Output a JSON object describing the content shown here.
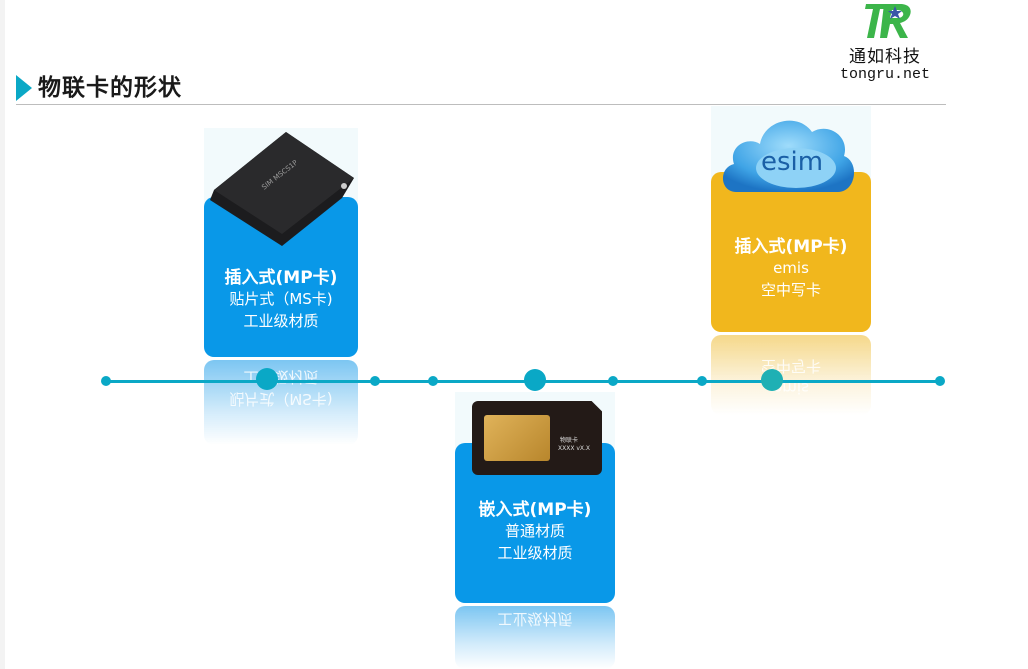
{
  "header": {
    "title": "物联卡的形状",
    "accent_color": "#0aa8c6"
  },
  "logo": {
    "mark": "TR",
    "name_cn": "通如科技",
    "domain": "tongru.net",
    "mark_color": "#3cb54a",
    "star_color": "#3a56a8"
  },
  "cards": [
    {
      "id": "mp-plugin",
      "image": "sim-chip-card-image",
      "title": "插入式(MP卡)",
      "lines": [
        "贴片式（MS卡)",
        "工业级材质"
      ],
      "color": "#0998e8"
    },
    {
      "id": "embedded",
      "image": "sim-card-image",
      "title": "嵌入式(MP卡)",
      "lines": [
        "普通材质",
        "工业级材质"
      ],
      "color": "#0998e8",
      "sim_label": "物联卡",
      "sim_code": "XXXX vX.X"
    },
    {
      "id": "esim",
      "image": "esim-cloud-image",
      "title": "插入式(MP卡)",
      "lines": [
        "emis",
        "空中写卡"
      ],
      "color": "#f1b71d",
      "cloud_label": "esim"
    }
  ]
}
